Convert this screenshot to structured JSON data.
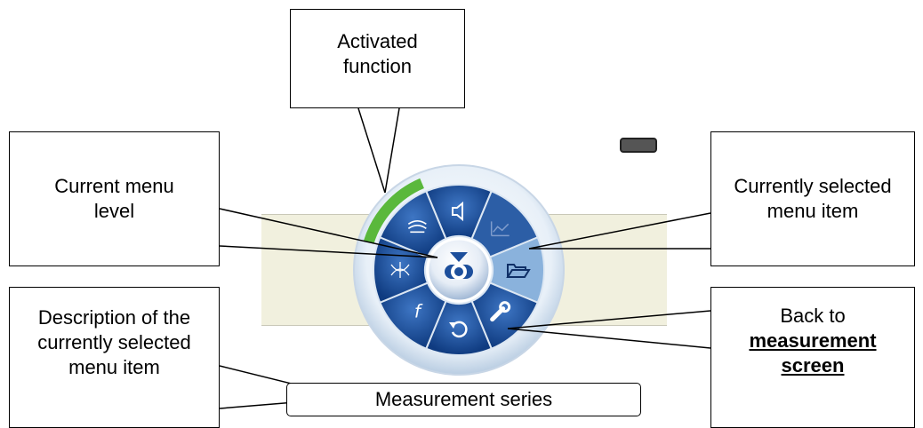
{
  "callouts": {
    "activated_function": "Activated\nfunction",
    "current_menu_level": "Current menu\nlevel",
    "currently_selected_item": "Currently selected\nmenu item",
    "description": "Description of the\ncurrently selected\nmenu item",
    "back_line1": "Back to",
    "back_line2": "measurement",
    "back_line3": "screen"
  },
  "status_box": {
    "text": "Measurement series"
  },
  "menu": {
    "segments": [
      {
        "icon": "speaker-icon",
        "state": "normal"
      },
      {
        "icon": "graph-icon",
        "state": "disabled"
      },
      {
        "icon": "folder-icon",
        "state": "selected"
      },
      {
        "icon": "wrench-icon",
        "state": "normal"
      },
      {
        "icon": "back-arrow-icon",
        "state": "normal"
      },
      {
        "icon": "function-icon",
        "glyph": "f",
        "state": "normal"
      },
      {
        "icon": "pattern-icon",
        "state": "normal"
      },
      {
        "icon": "probe-icon",
        "state": "normal"
      }
    ],
    "center_icon": "camera-icon",
    "active_indicator_color": "#5ab83c",
    "segment_color": "#1d4f9c",
    "selected_color": "#8ab2dc"
  }
}
